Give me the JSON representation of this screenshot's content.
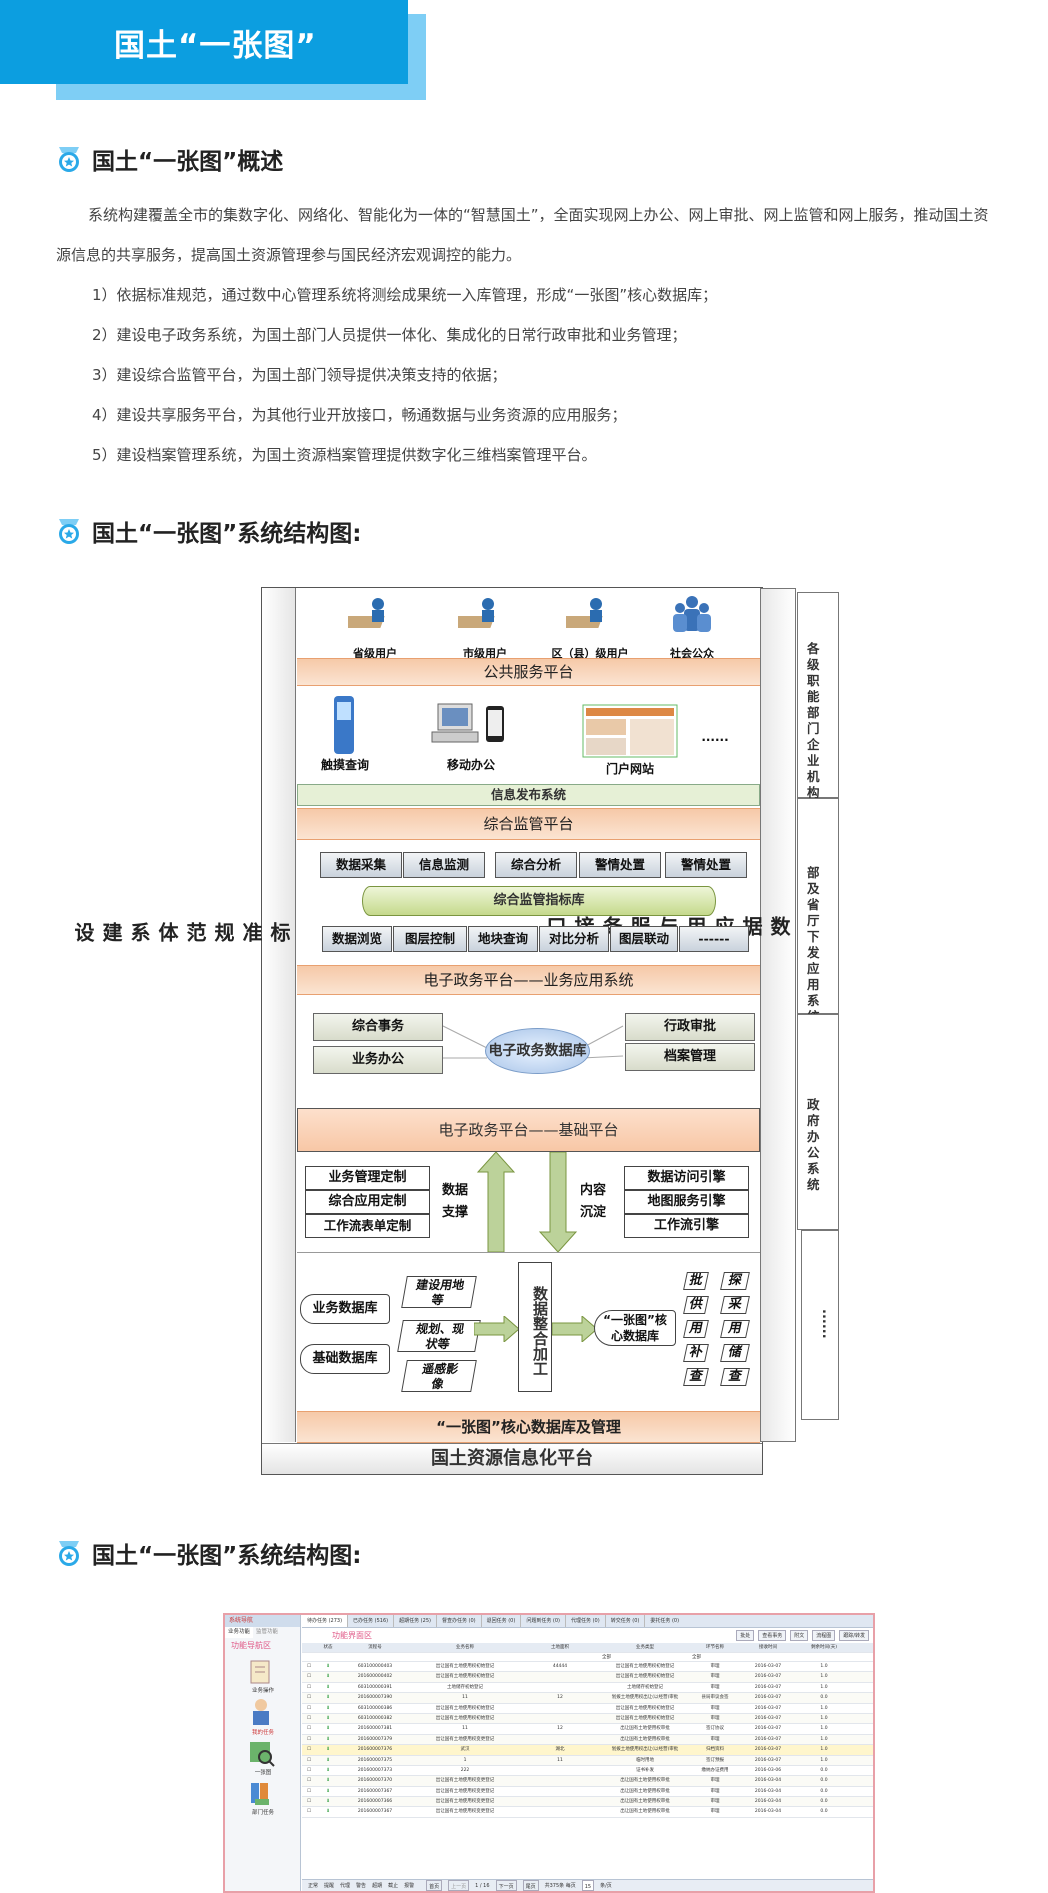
{
  "header": {
    "title": "国土“一张图”"
  },
  "sections": {
    "overview_title": "国土“一张图”概述",
    "structure_title_1": "国土“一张图”系统结构图:",
    "structure_title_2": "国土“一张图”系统结构图:"
  },
  "overview": {
    "line1": "系统构建覆盖全市的集数字化、网络化、智能化为一体的“智慧国土”，全面实现网上办公、网上审批、网上监管和网上服务，推动国土资",
    "line2": "源信息的共享服务，提高国土资源管理参与国民经济宏观调控的能力。",
    "items": [
      "1）依据标准规范，通过数中心管理系统将测绘成果统一入库管理，形成“一张图”核心数据库；",
      "2）建设电子政务系统，为国土部门人员提供一体化、集成化的日常行政审批和业务管理；",
      "3）建设综合监管平台，为国土部门领导提供决策支持的依据；",
      "4）建设共享服务平台，为其他行业开放接口，畅通数据与业务资源的应用服务；",
      "5）建设档案管理系统，为国土资源档案管理提供数字化三维档案管理平台。"
    ]
  },
  "diagram": {
    "left_label": "标准规范体系建设",
    "right_label": "数据应用与服务接口",
    "users": [
      "省级用户",
      "市级用户",
      "区（县）级用户",
      "社会公众"
    ],
    "public_platform": "公共服务平台",
    "channels": [
      "触摸查询",
      "移动办公",
      "门户网站",
      "......"
    ],
    "info_system": "信息发布系统",
    "supervision_platform": "综合监管平台",
    "supervision_top": [
      "数据采集",
      "信息监测",
      "综合分析",
      "警情处置",
      "警情处置"
    ],
    "supervision_index": "综合监管指标库",
    "supervision_bottom": [
      "数据浏览",
      "图层控制",
      "地块查询",
      "对比分析",
      "图层联动",
      "------"
    ],
    "egov_app": "电子政务平台——业务应用系统",
    "egov_left": [
      "综合事务",
      "业务办公"
    ],
    "egov_db": "电子政务数据库",
    "egov_right": [
      "行政审批",
      "档案管理"
    ],
    "egov_base": "电子政务平台——基础平台",
    "base_left": [
      "业务管理定制",
      "综合应用定制",
      "工作流表单定制"
    ],
    "data_support": "数据支撑",
    "content_settle": "内容沉淀",
    "base_right": [
      "数据访问引擎",
      "地图服务引擎",
      "工作流引擎"
    ],
    "db_business": "业务数据库",
    "db_basic": "基础数据库",
    "sources": [
      "建设用地等",
      "规划、现状等",
      "遥感影像"
    ],
    "integrate": "数据整合加工",
    "core_db": "“一张图”核心数据库",
    "ops_left": [
      "批",
      "供",
      "用",
      "补",
      "查"
    ],
    "ops_right": [
      "探",
      "采",
      "用",
      "储",
      "查"
    ],
    "core_band": "“一张图”核心数据库及管理",
    "foundation": "国土资源信息化平台",
    "side_boxes": [
      "各级职能部门企业机构社会公众",
      "部及省厅下发应用系统",
      "政府办公系统",
      "......"
    ]
  },
  "screenshot": {
    "sidebar_title": "系统导航",
    "sidebar_tabs": [
      "业务功能",
      "监管功能"
    ],
    "sidebar_section": "功能导航区",
    "sidebar_items": [
      "业务操作",
      "我的任务",
      "一张图",
      "部门任务"
    ],
    "tabs": [
      "待办任务 (273)",
      "已办任务 (516)",
      "超期任务 (25)",
      "督查办任务 (0)",
      "退回任务 (0)",
      "问题到任务 (0)",
      "代理任务 (0)",
      "转交任务 (0)",
      "委托任务 (0)"
    ],
    "area_label": "功能界面区",
    "toolbar": [
      "批处",
      "查看事务",
      "附文",
      "流程图",
      "跟踪/转发"
    ],
    "columns": [
      "",
      "状态",
      "流程号",
      "业务名称",
      "土地面积",
      "业务类型",
      "环节名称",
      "接收时间",
      "剩余时间(天)"
    ],
    "filter_left": "全部",
    "filter_right": "全部",
    "rows": [
      [
        "603100000403",
        "出让国有土地使用权初始登记",
        "44444",
        "出让国有土地使用权初始登记",
        "审理",
        "2016-03-07",
        "1.0"
      ],
      [
        "201600000402",
        "出让国有土地使用权初始登记",
        "",
        "出让国有土地使用权初始登记",
        "审理",
        "2016-03-07",
        "1.0"
      ],
      [
        "603100000391",
        "土地储存初始登记",
        "",
        "土地储存初始登记",
        "审理",
        "2016-03-07",
        "1.0"
      ],
      [
        "201600007390",
        "11",
        "12",
        "划拨土地使用权出让(以经营)审批",
        "县局审议会签",
        "2016-03-07",
        "0.0"
      ],
      [
        "603100000386",
        "出让国有土地使用权初始登记",
        "",
        "出让国有土地使用权初始登记",
        "审理",
        "2016-03-07",
        "1.0"
      ],
      [
        "603100000382",
        "出让国有土地使用权初始登记",
        "",
        "出让国有土地使用权初始登记",
        "审理",
        "2016-03-07",
        "1.0"
      ],
      [
        "201600007381",
        "11",
        "12",
        "出让国有土地使用权审批",
        "签订协议",
        "2016-03-07",
        "1.0"
      ],
      [
        "201600007379",
        "出让国有土地使用权变更登记",
        "",
        "出让国有土地使用权审批",
        "审理",
        "2016-03-07",
        "1.0"
      ],
      [
        "201600007376",
        "武汉",
        "湖北",
        "划拨土地使用权出让(以经营)审批",
        "归档资料",
        "2016-03-07",
        "1.0"
      ],
      [
        "201600007375",
        "1",
        "11",
        "临时用地",
        "签订预报",
        "2016-03-07",
        "1.0"
      ],
      [
        "201600007373",
        "222",
        "",
        "证书补发",
        "缴纳办证费用",
        "2016-03-06",
        "0.0"
      ],
      [
        "201600007370",
        "出让国有土地使用权变更登记",
        "",
        "出让国有土地使用权审批",
        "审理",
        "2016-03-04",
        "0.0"
      ],
      [
        "201600007367",
        "出让国有土地使用权变更登记",
        "",
        "出让国有土地使用权审批",
        "审理",
        "2016-03-04",
        "0.0"
      ],
      [
        "201600007366",
        "出让国有土地使用权变更登记",
        "",
        "出让国有土地使用权审批",
        "审理",
        "2016-03-04",
        "0.0"
      ],
      [
        "201600007367",
        "出让国有土地使用权变更登记",
        "",
        "出让国有土地使用权审批",
        "审理",
        "2016-03-04",
        "0.0"
      ]
    ],
    "statusbar": [
      "正常",
      "提醒",
      "代理",
      "警告",
      "超期",
      "截止",
      "报警"
    ],
    "pager": {
      "first": "首页",
      "prev": "上一页",
      "page": "1 / 16",
      "next": "下一页",
      "last": "尾页",
      "summary": "共375条 每页",
      "size": "15",
      "unit": "条/页"
    }
  }
}
